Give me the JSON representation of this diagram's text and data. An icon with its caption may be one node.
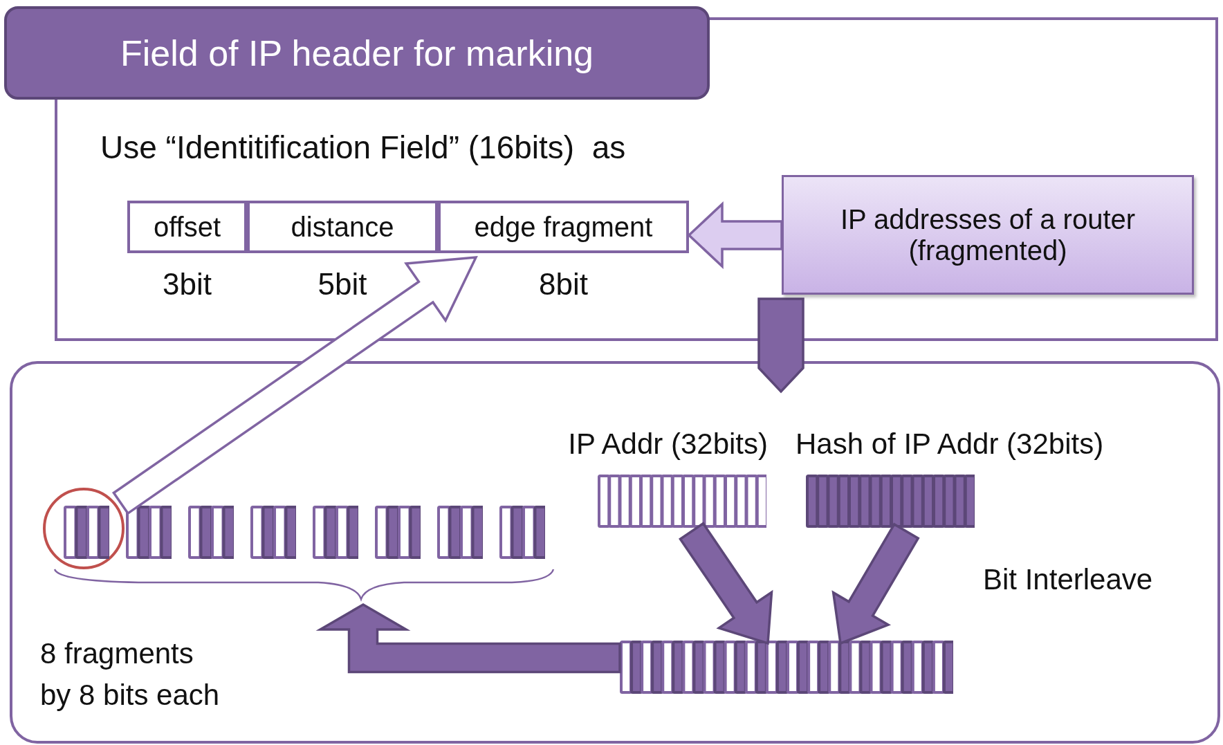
{
  "diagram": {
    "nodes": [
      {
        "text": [
          "Field of IP header for marking"
        ]
      },
      {
        "text": [
          "Use “Identitification Field” (16bits)  as"
        ]
      },
      {
        "text": [
          "offset"
        ],
        "in": 1,
        "beside": [
          "3bit"
        ]
      },
      {
        "text": [
          "distance"
        ],
        "in": 1,
        "beside": [
          "5bit"
        ]
      },
      {
        "text": [
          "edge fragment"
        ],
        "in": 1,
        "beside": [
          "8bit"
        ]
      },
      {
        "text": [
          "IP addresses of a router (fragmented)"
        ],
        "in": 1
      },
      {
        "text": [],
        "shape": "box"
      },
      {
        "text": [],
        "shape": "circle",
        "in": 6
      },
      {
        "text": [],
        "shape": "bar",
        "in": 7
      },
      {
        "text": [],
        "shape": "bar",
        "in": 6
      },
      {
        "text": [],
        "shape": "bar",
        "in": 6
      },
      {
        "text": [],
        "shape": "bar",
        "in": 6
      },
      {
        "text": [],
        "shape": "bar",
        "in": 6
      },
      {
        "text": [],
        "shape": "bar",
        "in": 6
      },
      {
        "text": [],
        "shape": "bar",
        "in": 6
      },
      {
        "text": [],
        "shape": "bar",
        "in": 6
      },
      {
        "text": [
          "IP Addr (32bits)"
        ],
        "in": 6
      },
      {
        "text": [
          "Hash of IP Addr (32bits)"
        ],
        "in": 6
      },
      {
        "text": [],
        "shape": "bar",
        "in": 6
      }
    ],
    "edges": [
      {
        "from": 5,
        "to": 4,
        "arrow": "to",
        "color": "#dccdf0"
      },
      {
        "from": 5,
        "to": 6,
        "arrow": "to"
      },
      {
        "from": 7,
        "to": 4,
        "arrow": "to",
        "color": "#ffffff"
      },
      {
        "from": 16,
        "to": 18,
        "arrow": "to"
      },
      {
        "from": 17,
        "to": 18,
        "arrow": "to"
      },
      {
        "from": 18,
        "to": null,
        "arrow": "to"
      }
    ],
    "labels": [
      "Bit Interleave",
      "8 fragments by 8 bits each"
    ]
  }
}
